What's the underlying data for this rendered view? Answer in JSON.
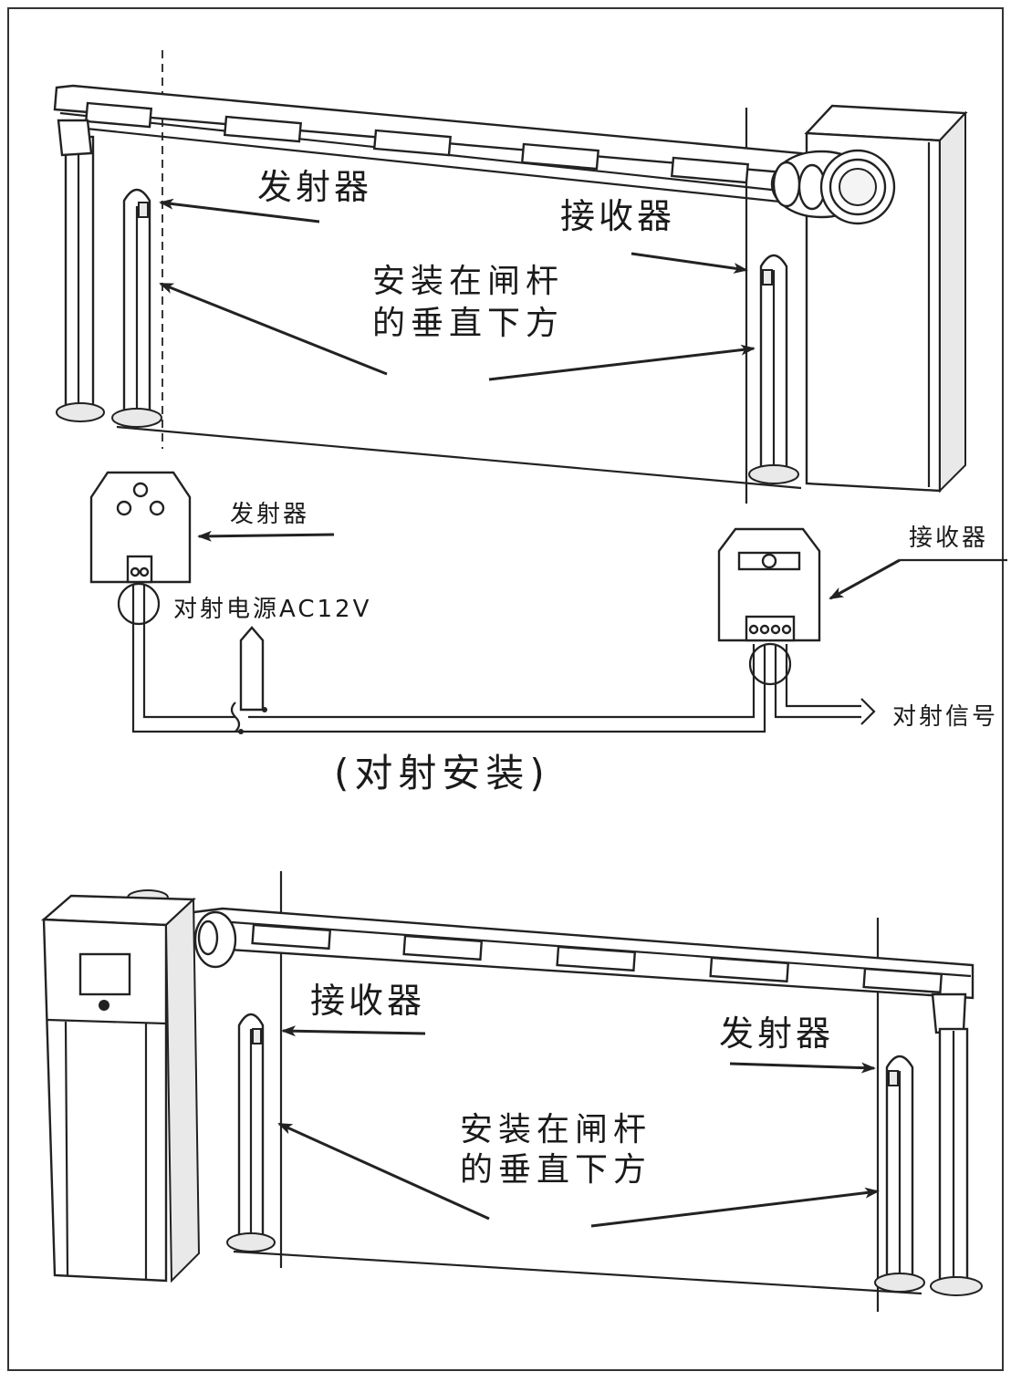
{
  "diagram": {
    "top_scene": {
      "transmitter_label": "发射器",
      "receiver_label": "接收器",
      "install_note_line1": "安装在闸杆",
      "install_note_line2": "的垂直下方"
    },
    "wiring": {
      "transmitter_label": "发射器",
      "receiver_label": "接收器",
      "power_label": "对射电源AC12V",
      "signal_label": "对射信号"
    },
    "caption": "(对射安装)",
    "bottom_scene": {
      "receiver_label": "接收器",
      "transmitter_label": "发射器",
      "install_note_line1": "安装在闸杆",
      "install_note_line2": "的垂直下方"
    }
  }
}
